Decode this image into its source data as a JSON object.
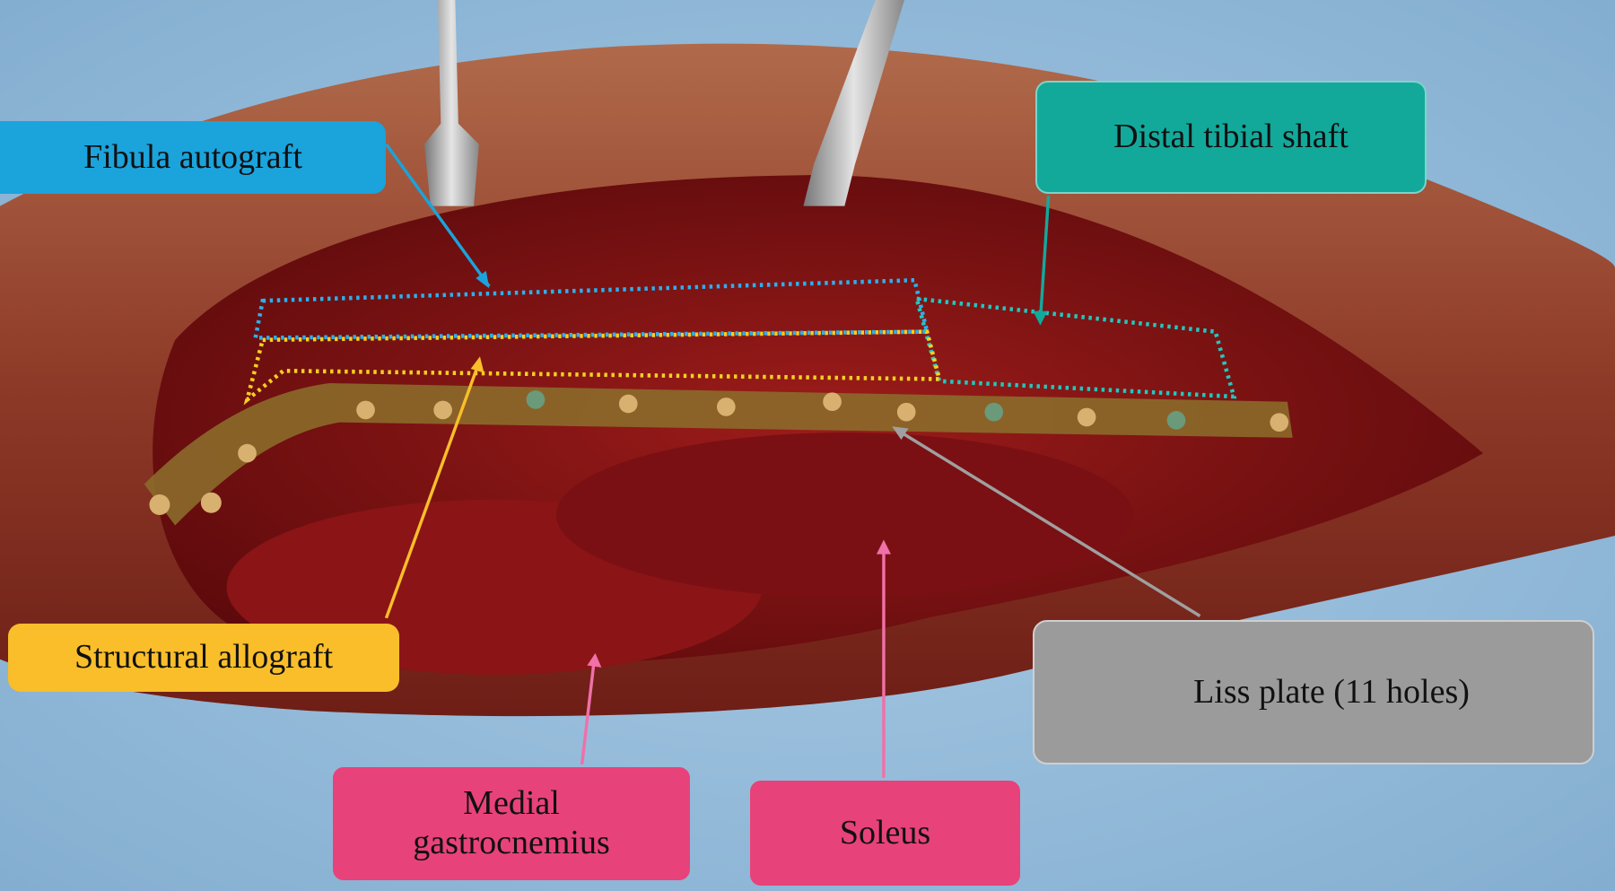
{
  "labels": {
    "fibula_autograft": "Fibula autograft",
    "distal_tibial_shaft": "Distal tibial shaft",
    "structural_allograft": "Structural allograft",
    "liss_plate": "Liss plate (11 holes)",
    "medial_gastrocnemius_line1": "Medial",
    "medial_gastrocnemius_line2": "gastrocnemius",
    "soleus": "Soleus"
  },
  "colors": {
    "fibula": "#1ba3dc",
    "tibia": "#12a99b",
    "allograft": "#f9be2a",
    "plate": "#9b9b9b",
    "muscle": "#e8427a"
  }
}
